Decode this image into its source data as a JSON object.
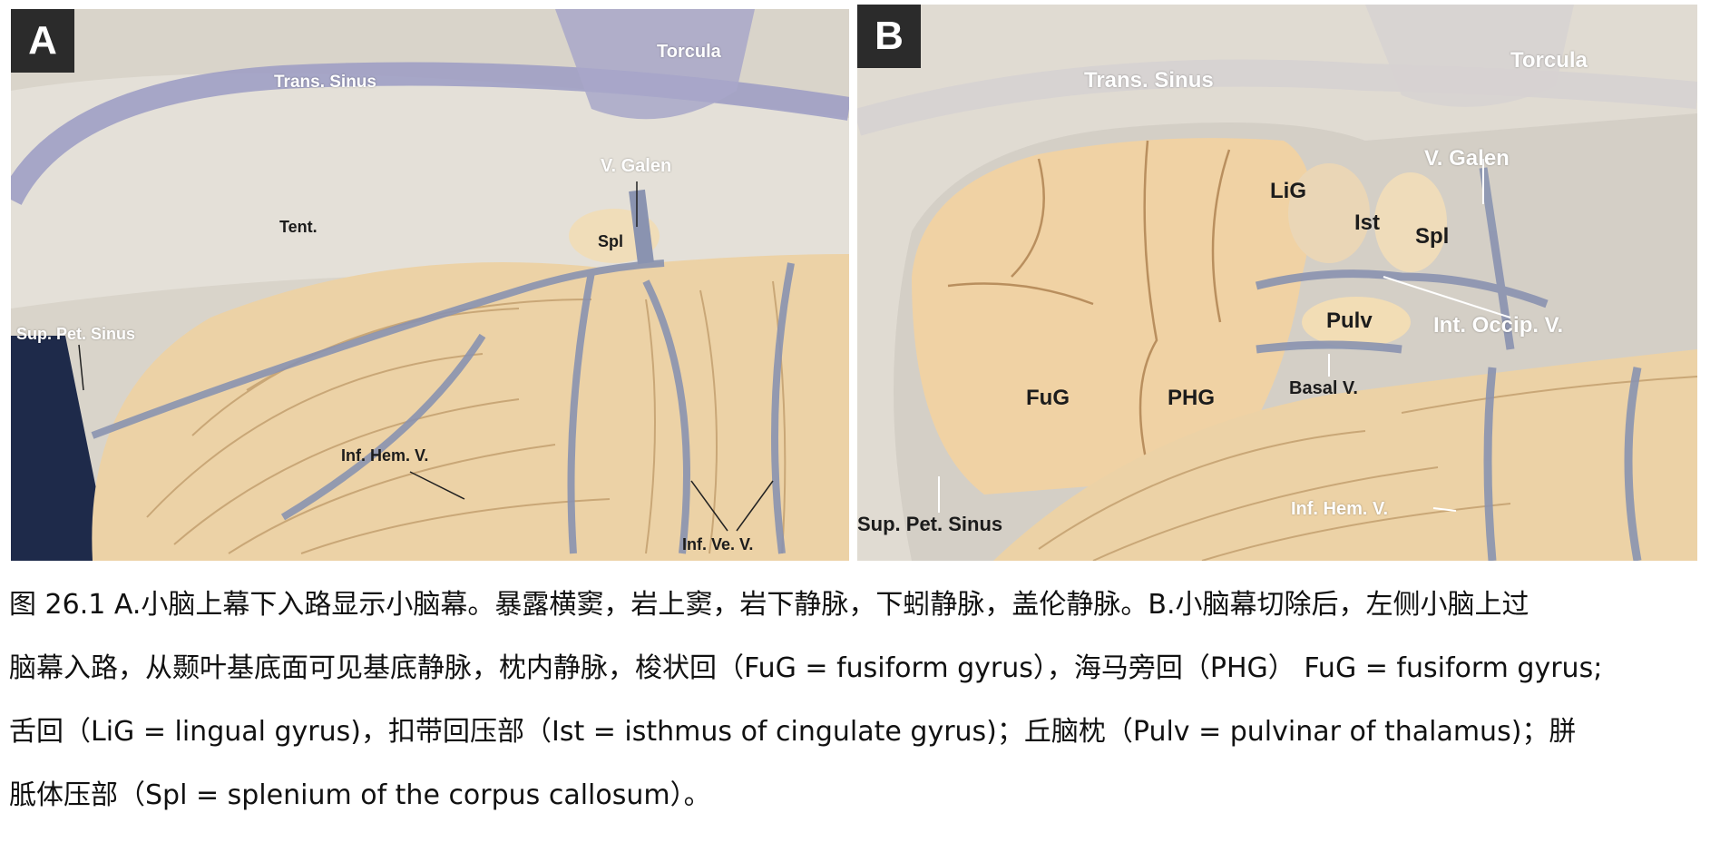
{
  "panel_a": {
    "letter": "A",
    "labels": {
      "torcula": "Torcula",
      "trans_sinus": "Trans. Sinus",
      "v_galen": "V. Galen",
      "tent": "Tent.",
      "spl": "Spl",
      "sup_pet_sinus": "Sup. Pet. Sinus",
      "inf_hem_v": "Inf. Hem. V.",
      "inf_ve_v": "Inf. Ve. V."
    }
  },
  "panel_b": {
    "letter": "B",
    "labels": {
      "torcula": "Torcula",
      "trans_sinus": "Trans. Sinus",
      "v_galen": "V. Galen",
      "lig": "LiG",
      "ist": "Ist",
      "spl": "Spl",
      "pulv": "Pulv",
      "int_occip_v": "Int. Occip. V.",
      "basal_v": "Basal V.",
      "fug": "FuG",
      "phg": "PHG",
      "sup_pet_sinus": "Sup. Pet. Sinus",
      "inf_hem_v": "Inf. Hem. V."
    }
  },
  "caption": {
    "line1": "图 26.1 A.小脑上幕下入路显示小脑幕。暴露横窦，岩上窦，岩下静脉，下蚓静脉，盖伦静脉。B.小脑幕切除后，左侧小脑上过",
    "line2": "脑幕入路，从颞叶基底面可见基底静脉，枕内静脉，梭状回（FuG = fusiform gyrus），海马旁回（PHG） FuG = fusiform gyrus;",
    "line3": "舌回（LiG = lingual gyrus)，扣带回压部（Ist = isthmus of cingulate gyrus)；丘脑枕（Pulv = pulvinar of thalamus)；胼",
    "line4": "胝体压部（Spl = splenium of the corpus callosum）。"
  }
}
